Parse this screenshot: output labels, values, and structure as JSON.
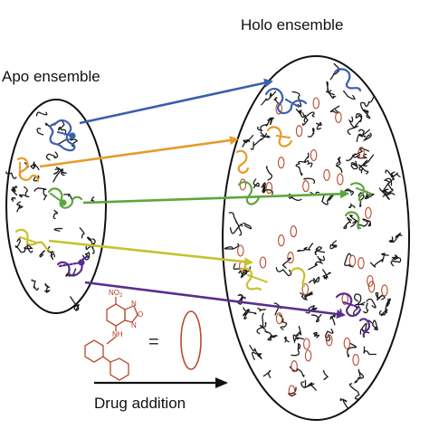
{
  "labels": {
    "apo": "Apo ensemble",
    "holo": "Holo ensemble",
    "drug_addition": "Drug addition",
    "equals": "=",
    "nitro": "NO",
    "nitro_sub": "2",
    "amine": "NH",
    "ring_n1": "N",
    "ring_o": "O",
    "ring_n2": "N"
  },
  "colors": {
    "blue": "#3b5fae",
    "orange": "#e89a2a",
    "green": "#5ea63c",
    "yellow": "#c5c22e",
    "purple": "#5b2d8e",
    "drug": "#b84a2c",
    "coil": "#1a1a1a"
  },
  "icons": {
    "drug_shape": "red-ellipse",
    "arrow": "arrow-right"
  }
}
